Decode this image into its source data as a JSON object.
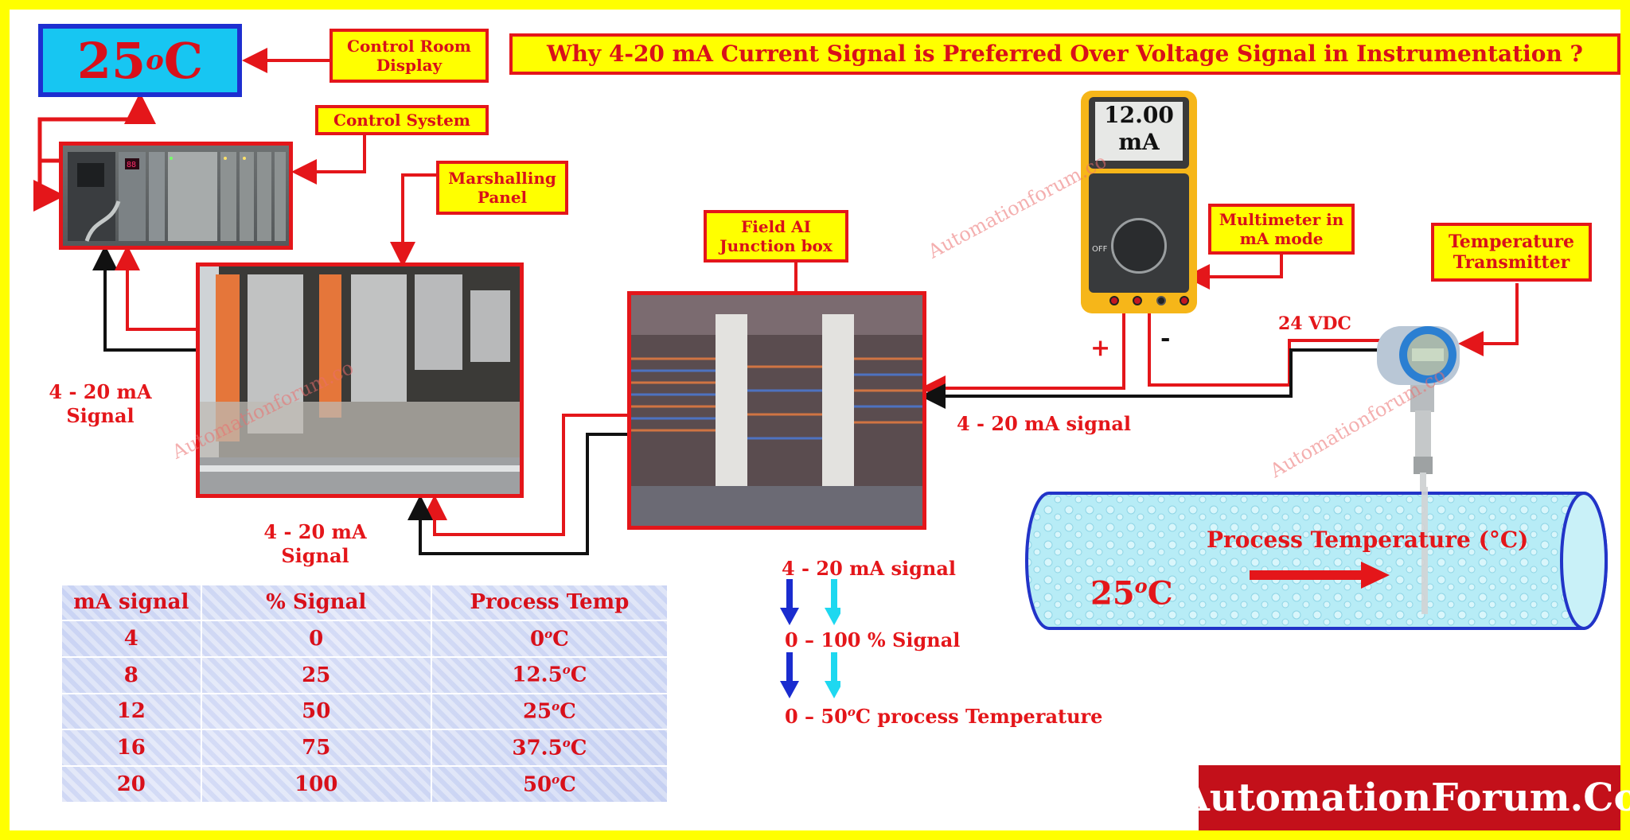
{
  "title": "Why 4-20 mA Current Signal is Preferred Over Voltage Signal in Instrumentation ?",
  "display": {
    "value": "25",
    "unit_sup": "o",
    "unit": "C"
  },
  "labels": {
    "control_room_display": "Control Room Display",
    "control_system": "Control System",
    "marshalling_panel": "Marshalling Panel",
    "field_ai_junction_box": "Field AI Junction box",
    "multimeter_mode": "Multimeter in mA mode",
    "temperature_transmitter": "Temperature Transmitter"
  },
  "multimeter": {
    "reading": "12.00",
    "unit": "mA",
    "plus": "+",
    "minus": "-",
    "off": "OFF"
  },
  "signals": {
    "left_signal": "4 - 20 mA Signal",
    "bottom_signal": "4 - 20 mA Signal",
    "jb_signal": "4 - 20 mA signal",
    "supply": "24 VDC",
    "flow_1": "4 - 20 mA signal",
    "flow_2": "0 – 100 % Signal",
    "flow_3_pre": "0 – 50",
    "flow_3_sup": "o",
    "flow_3_post": "C process Temperature"
  },
  "pipe": {
    "label": "Process Temperature (°C)",
    "temp_value": "25",
    "temp_sup": "o",
    "temp_unit": "C"
  },
  "table": {
    "headers": [
      "mA signal",
      "% Signal",
      "Process Temp"
    ],
    "rows": [
      [
        "4",
        "0",
        "0",
        "o",
        "C"
      ],
      [
        "8",
        "25",
        "12.5",
        "o",
        "C"
      ],
      [
        "12",
        "50",
        "25",
        "o",
        "C"
      ],
      [
        "16",
        "75",
        "37.5",
        "o",
        "C"
      ],
      [
        "20",
        "100",
        "50",
        "o",
        "C"
      ]
    ]
  },
  "brand": "AutomationForum.Co",
  "watermark": "Automationforum.co",
  "colors": {
    "accent_red": "#e4161a",
    "highlight_yellow": "#ffff00",
    "display_blue": "#17c6f2",
    "brand_bg": "#c3101a"
  }
}
